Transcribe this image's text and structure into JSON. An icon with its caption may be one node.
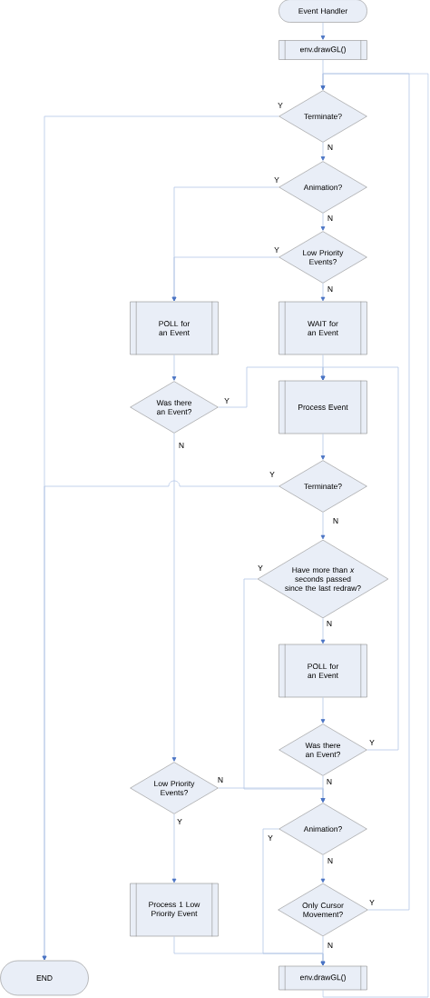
{
  "diagram": {
    "nodes": [
      {
        "text": [
          "Event Handler"
        ]
      },
      {
        "text": [
          "env.drawGL()"
        ]
      },
      {
        "text": [
          "Terminate?"
        ]
      },
      {
        "text": [
          "Animation?"
        ]
      },
      {
        "text": [
          "Low Priority Events?"
        ]
      },
      {
        "text": [
          "POLL for an Event"
        ]
      },
      {
        "text": [
          "WAIT for an Event"
        ]
      },
      {
        "text": [
          "Was there an Event?"
        ]
      },
      {
        "text": [
          "Process Event"
        ]
      },
      {
        "text": [
          "Terminate?"
        ]
      },
      {
        "text": [
          "Have more than *x* seconds passed since the last redraw?"
        ]
      },
      {
        "text": [
          "POLL for an Event"
        ]
      },
      {
        "text": [
          "Was there an Event?"
        ]
      },
      {
        "text": [
          "Low Priority Events?"
        ]
      },
      {
        "text": [
          "Animation?"
        ]
      },
      {
        "text": [
          "Only Cursor Movement?"
        ]
      },
      {
        "text": [
          "Process 1 Low Priority Event"
        ]
      },
      {
        "text": [
          "END"
        ]
      },
      {
        "text": [
          "env.drawGL()"
        ]
      }
    ],
    "edges": [
      {
        "from": 0,
        "to": 1,
        "arrow": "to"
      },
      {
        "from": 1,
        "to": 2,
        "arrow": "to"
      },
      {
        "from": 2,
        "to": 17,
        "arrow": "to",
        "label": "Y"
      },
      {
        "from": 2,
        "to": 3,
        "arrow": "to",
        "label": "N"
      },
      {
        "from": 3,
        "to": 5,
        "arrow": "to",
        "label": "Y"
      },
      {
        "from": 3,
        "to": 4,
        "arrow": "to",
        "label": "N"
      },
      {
        "from": 4,
        "to": 5,
        "arrow": "to",
        "label": "Y"
      },
      {
        "from": 4,
        "to": 6,
        "arrow": "to",
        "label": "N"
      },
      {
        "from": 5,
        "to": 7,
        "arrow": "to"
      },
      {
        "from": 6,
        "to": 8,
        "arrow": "to"
      },
      {
        "from": 7,
        "to": 8,
        "arrow": "to",
        "label": "Y"
      },
      {
        "from": 7,
        "to": 13,
        "arrow": "to",
        "label": "N"
      },
      {
        "from": 8,
        "to": 9,
        "arrow": "to"
      },
      {
        "from": 9,
        "to": 17,
        "arrow": "to",
        "label": "Y"
      },
      {
        "from": 9,
        "to": 10,
        "arrow": "to",
        "label": "N"
      },
      {
        "from": 10,
        "to": 14,
        "arrow": "to",
        "label": "Y"
      },
      {
        "from": 10,
        "to": 11,
        "arrow": "to",
        "label": "N"
      },
      {
        "from": 11,
        "to": 12,
        "arrow": "to"
      },
      {
        "from": 12,
        "to": 8,
        "arrow": "to",
        "label": "Y"
      },
      {
        "from": 12,
        "to": 14,
        "arrow": "to",
        "label": "N"
      },
      {
        "from": 13,
        "to": 14,
        "arrow": "to",
        "label": "N"
      },
      {
        "from": 13,
        "to": 16,
        "arrow": "to",
        "label": "Y"
      },
      {
        "from": 14,
        "to": 18,
        "arrow": "to",
        "label": "Y"
      },
      {
        "from": 14,
        "to": 15,
        "arrow": "to",
        "label": "N"
      },
      {
        "from": 15,
        "to": 2,
        "arrow": "to",
        "label": "Y"
      },
      {
        "from": 15,
        "to": 18,
        "arrow": "to",
        "label": "N"
      },
      {
        "from": 16,
        "to": 18,
        "arrow": "to"
      },
      {
        "from": 18,
        "to": 2,
        "arrow": "to"
      }
    ]
  }
}
